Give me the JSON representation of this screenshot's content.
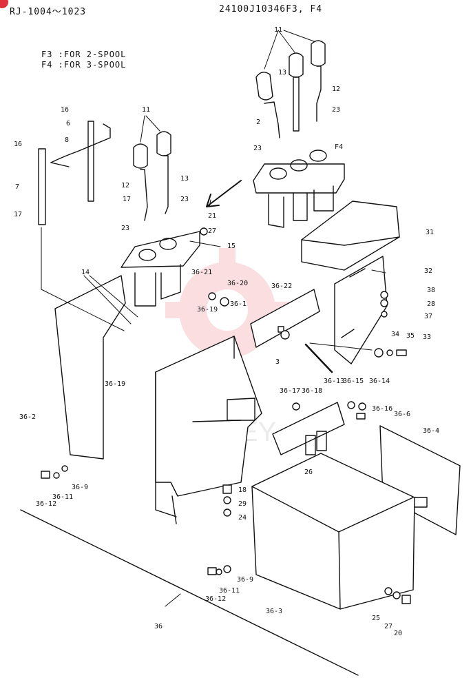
{
  "header": {
    "left": "RJ-1004～1023",
    "right": "24100J10346F3, F4"
  },
  "notes": {
    "f3": "F3 :FOR 2-SPOOL",
    "f4": "F4 :FOR 3-SPOOL"
  },
  "watermark": {
    "text": "MINEEY",
    "color": "#f2a3a8"
  },
  "section_label": "F4",
  "labels": [
    "11",
    "2",
    "13",
    "12",
    "23",
    "23",
    "F4",
    "16",
    "6",
    "8",
    "16",
    "7",
    "17",
    "11",
    "12",
    "13",
    "23",
    "23",
    "17",
    "21",
    "27",
    "15",
    "31",
    "32",
    "36-21",
    "36-20",
    "14",
    "36-22",
    "36-1",
    "36-19",
    "38",
    "28",
    "37",
    "34",
    "35",
    "33",
    "3",
    "36-19",
    "36-13",
    "36-15",
    "36-14",
    "36-17",
    "36-18",
    "36-16",
    "36-6",
    "36-2",
    "36-4",
    "26",
    "36-9",
    "36-11",
    "36-12",
    "18",
    "29",
    "24",
    "36-9",
    "36-11",
    "36-12",
    "36-3",
    "25",
    "27",
    "20",
    "36"
  ]
}
